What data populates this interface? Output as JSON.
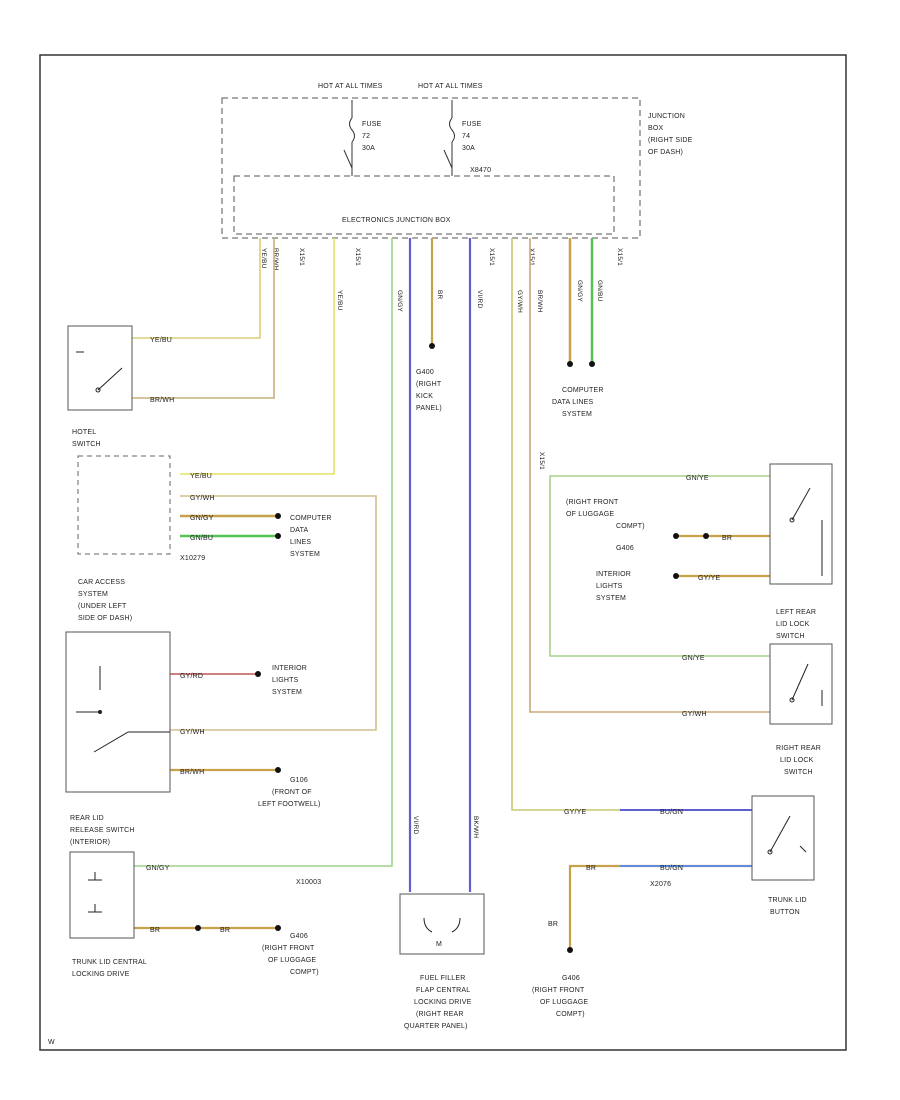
{
  "diagram": {
    "junction_box": {
      "hot_1": "HOT AT ALL TIMES",
      "hot_2": "HOT AT ALL TIMES",
      "fuse_1": [
        "FUSE",
        "72",
        "30A"
      ],
      "fuse_2": [
        "FUSE",
        "74",
        "30A"
      ],
      "side_label": [
        "JUNCTION",
        "BOX",
        "(RIGHT SIDE",
        "OF DASH)"
      ],
      "ejb_label": "ELECTRONICS JUNCTION BOX",
      "connector_ref": "X8470"
    },
    "wire_tags": [
      "YE/BU",
      "BR/WH",
      "X15/1",
      "X15/1",
      "YE/BU",
      "GN/GY",
      "BR",
      "X15/1",
      "VI/RD",
      "X15/1",
      "GY/WH",
      "BR/WH",
      "GN/GY",
      "GN/BU",
      "X15/1"
    ],
    "top_switch": {
      "wire_1": "YE/BU",
      "wire_2": "BR/WH"
    },
    "ground_g400": [
      "G400",
      "(RIGHT",
      "KICK",
      "PANEL)"
    ],
    "computer_data_top": [
      "COMPUTER",
      "DATA LINES",
      "SYSTEM"
    ],
    "hotel_switch": {
      "title": [
        "HOTEL",
        "SWITCH"
      ],
      "wires": [
        "YE/BU",
        "GY/WH",
        "GN/GY",
        "GN/BU"
      ],
      "connector": "X10279"
    },
    "computer_data_mid": [
      "COMPUTER",
      "DATA",
      "LINES",
      "SYSTEM"
    ],
    "car_access": {
      "title": [
        "CAR ACCESS",
        "SYSTEM",
        "(UNDER LEFT",
        "SIDE OF DASH)"
      ],
      "wire_1": "GY/RD",
      "wire_2": "GY/WH",
      "wire_3": "BR/WH",
      "dest_1": [
        "INTERIOR",
        "LIGHTS",
        "SYSTEM"
      ],
      "ground": [
        "G106",
        "(FRONT OF",
        "LEFT FOOTWELL)"
      ]
    },
    "rear_lid_switch": {
      "title": [
        "REAR LID",
        "RELEASE SWITCH",
        "(INTERIOR)"
      ],
      "wire": "GN/GY",
      "connector": "X10003",
      "ground_wire_1": "BR",
      "ground_wire_2": "BR",
      "ground": [
        "G406",
        "(RIGHT FRONT",
        "OF LUGGAGE",
        "COMPT)"
      ],
      "caption": [
        "TRUNK LID CENTRAL",
        "LOCKING DRIVE"
      ]
    },
    "fuel_flap": {
      "wire_1": "VI/RD",
      "wire_2": "BK/WH",
      "caption": [
        "FUEL FILLER",
        "FLAP CENTRAL",
        "LOCKING DRIVE",
        "(RIGHT REAR",
        "QUARTER PANEL)"
      ]
    },
    "left_rear_switch": {
      "wire_top": "GN/YE",
      "wire_gnd": "BR",
      "wire_int": "GY/YE",
      "ground_src": [
        "(RIGHT FRONT",
        "OF LUGGAGE",
        "COMPT)",
        "G406"
      ],
      "interior": [
        "INTERIOR",
        "LIGHTS",
        "SYSTEM"
      ],
      "caption": [
        "LEFT REAR",
        "LID LOCK",
        "SWITCH"
      ],
      "connector": "X15/1"
    },
    "right_rear_switch": {
      "wire_1": "GN/YE",
      "wire_2": "GY/WH",
      "caption": [
        "RIGHT REAR",
        "LID LOCK",
        "SWITCH"
      ]
    },
    "trunk_button": {
      "wire_1": "GY/YE",
      "wire_1b": "BU/GN",
      "wire_2": "BR",
      "wire_2b": "BU/GN",
      "connector": "X2076",
      "caption": [
        "TRUNK LID",
        "BUTTON"
      ]
    },
    "bottom_ground": {
      "wire": "BR",
      "caption": [
        "G406",
        "(RIGHT FRONT",
        "OF LUGGAGE",
        "COMPT)"
      ]
    },
    "footer_id": "W"
  }
}
